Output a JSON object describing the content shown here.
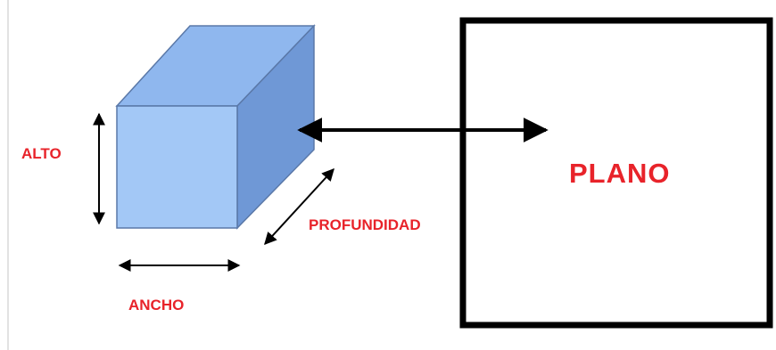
{
  "labels": {
    "alto": "ALTO",
    "ancho": "ANCHO",
    "profundidad": "PROFUNDIDAD",
    "plano": "PLANO"
  },
  "colors": {
    "label": "#e8232a",
    "box_front": "#a3c8f6",
    "box_top": "#8fb7ee",
    "box_side": "#6f98d6",
    "box_edge": "#5a78a8",
    "stroke": "#000000"
  },
  "icons": {
    "box": "cube-3d-icon",
    "arrows": "double-headed-arrow"
  }
}
